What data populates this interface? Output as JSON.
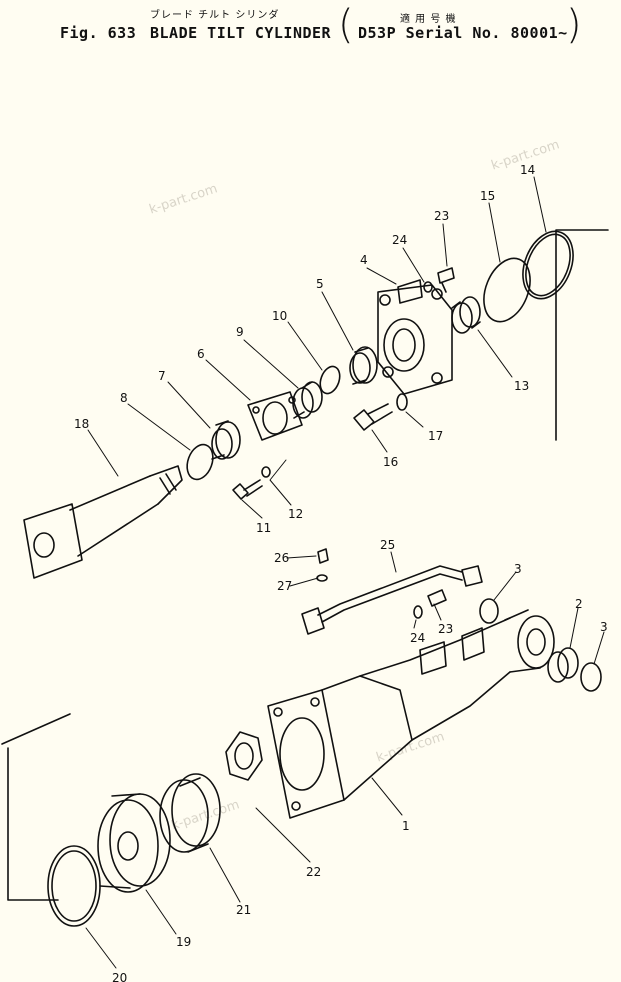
{
  "header": {
    "jp_title": "ブレード チルト シリンダ",
    "jp_note": "適 用 号 機",
    "fig_label": "Fig. 633",
    "title": "BLADE TILT CYLINDER",
    "serial": "D53P Serial No. 80001~"
  },
  "watermarks": [
    "k-part.com",
    "k-part.com",
    "k-part.com",
    "k-part.com"
  ],
  "callouts": [
    {
      "id": "c1",
      "text": "1"
    },
    {
      "id": "c2",
      "text": "2"
    },
    {
      "id": "c3a",
      "text": "3"
    },
    {
      "id": "c3b",
      "text": "3"
    },
    {
      "id": "c4",
      "text": "4"
    },
    {
      "id": "c5",
      "text": "5"
    },
    {
      "id": "c6",
      "text": "6"
    },
    {
      "id": "c7",
      "text": "7"
    },
    {
      "id": "c8",
      "text": "8"
    },
    {
      "id": "c9",
      "text": "9"
    },
    {
      "id": "c10",
      "text": "10"
    },
    {
      "id": "c11",
      "text": "11"
    },
    {
      "id": "c12",
      "text": "12"
    },
    {
      "id": "c13",
      "text": "13"
    },
    {
      "id": "c14",
      "text": "14"
    },
    {
      "id": "c15",
      "text": "15"
    },
    {
      "id": "c16",
      "text": "16"
    },
    {
      "id": "c17",
      "text": "17"
    },
    {
      "id": "c18",
      "text": "18"
    },
    {
      "id": "c19",
      "text": "19"
    },
    {
      "id": "c20",
      "text": "20"
    },
    {
      "id": "c21",
      "text": "21"
    },
    {
      "id": "c22",
      "text": "22"
    },
    {
      "id": "c23a",
      "text": "23"
    },
    {
      "id": "c23b",
      "text": "23"
    },
    {
      "id": "c24a",
      "text": "24"
    },
    {
      "id": "c24b",
      "text": "24"
    },
    {
      "id": "c25",
      "text": "25"
    },
    {
      "id": "c26",
      "text": "26"
    },
    {
      "id": "c27",
      "text": "27"
    }
  ]
}
